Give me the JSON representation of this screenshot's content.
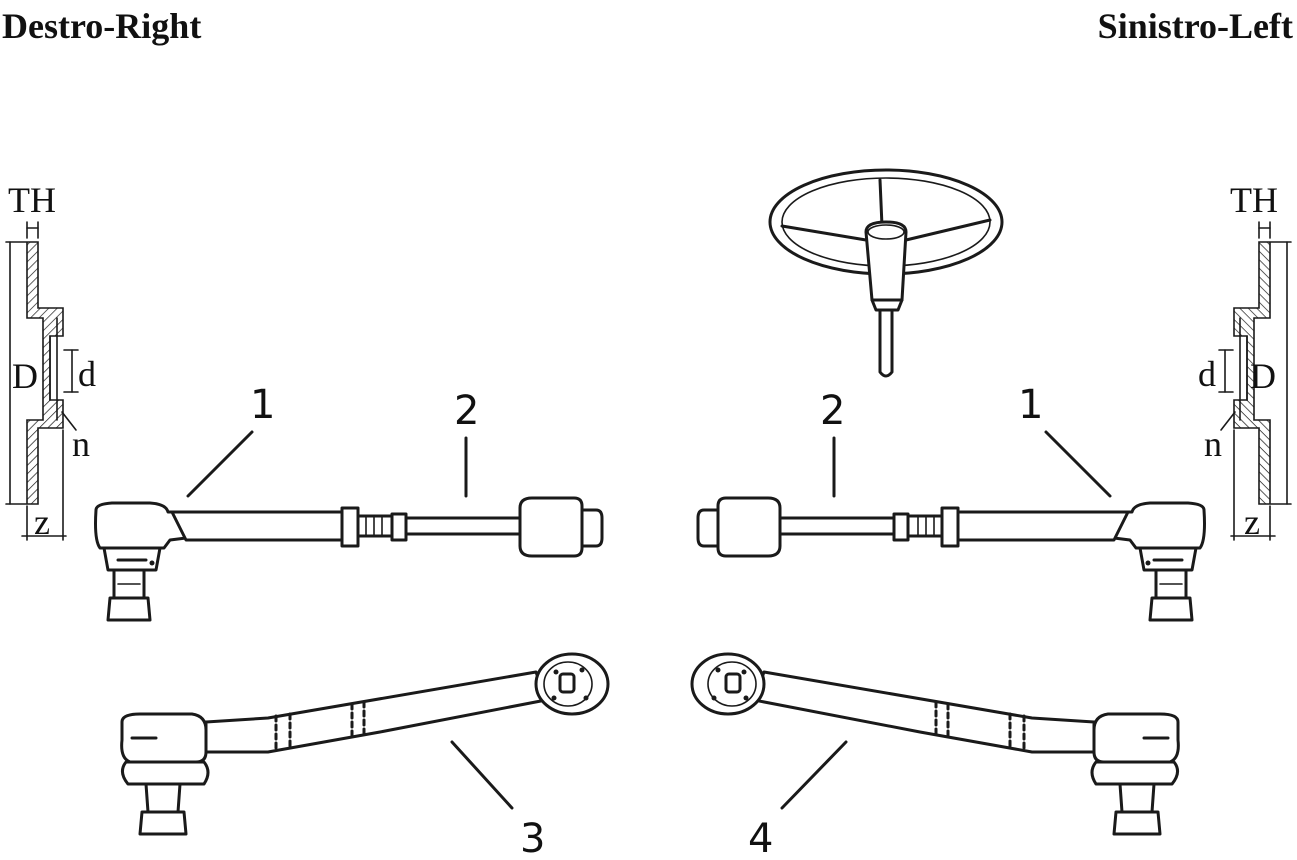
{
  "titles": {
    "left": "Destro-Right",
    "right": "Sinistro-Left"
  },
  "dimension_labels": {
    "th": "TH",
    "D": "D",
    "d": "d",
    "n": "n",
    "z": "z"
  },
  "part_numbers": {
    "p1": "1",
    "p2": "2",
    "p3": "3",
    "p4": "4"
  }
}
